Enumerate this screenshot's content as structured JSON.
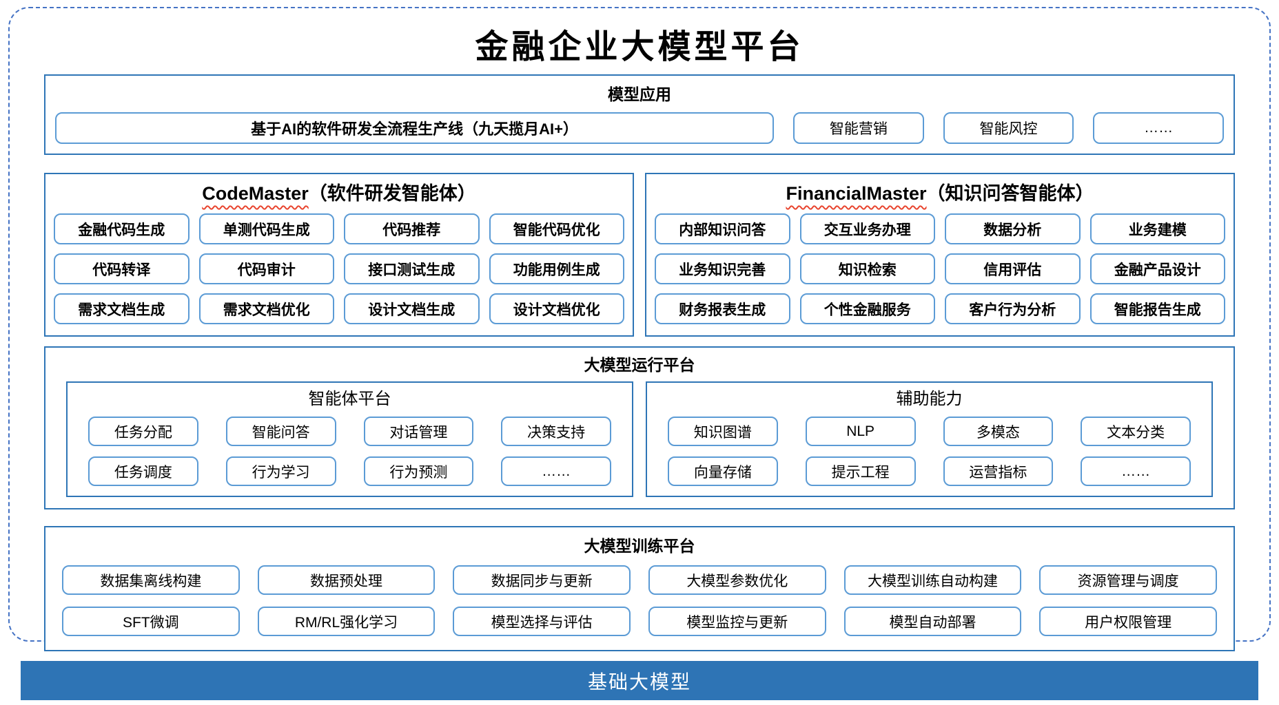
{
  "page": {
    "title": "金融企业大模型平台"
  },
  "colors": {
    "frame_dashed_border": "#4472C4",
    "section_border": "#2E75B6",
    "button_border": "#5B9BD5",
    "spellcheck_underline": "#E8442E",
    "foundation_bar_bg": "#2E74B5",
    "foundation_bar_text": "#FFFFFF"
  },
  "apps": {
    "title": "模型应用",
    "main_item": "基于AI的软件研发全流程生产线（九天揽月AI+）",
    "items": [
      "智能营销",
      "智能风控",
      "……"
    ]
  },
  "code_master": {
    "title_en": "CodeMaster",
    "title_zh": "（软件研发智能体）",
    "items": [
      "金融代码生成",
      "单测代码生成",
      "代码推荐",
      "智能代码优化",
      "代码转译",
      "代码审计",
      "接口测试生成",
      "功能用例生成",
      "需求文档生成",
      "需求文档优化",
      "设计文档生成",
      "设计文档优化"
    ]
  },
  "financial_master": {
    "title_en": "FinancialMaster",
    "title_zh": "（知识问答智能体）",
    "items": [
      "内部知识问答",
      "交互业务办理",
      "数据分析",
      "业务建模",
      "业务知识完善",
      "知识检索",
      "信用评估",
      "金融产品设计",
      "财务报表生成",
      "个性金融服务",
      "客户行为分析",
      "智能报告生成"
    ]
  },
  "runtime": {
    "title": "大模型运行平台",
    "agent_platform": {
      "title": "智能体平台",
      "items": [
        "任务分配",
        "智能问答",
        "对话管理",
        "决策支持",
        "任务调度",
        "行为学习",
        "行为预测",
        "……"
      ]
    },
    "aux_capability": {
      "title": "辅助能力",
      "items": [
        "知识图谱",
        "NLP",
        "多模态",
        "文本分类",
        "向量存储",
        "提示工程",
        "运营指标",
        "……"
      ]
    }
  },
  "training": {
    "title": "大模型训练平台",
    "items": [
      "数据集离线构建",
      "数据预处理",
      "数据同步与更新",
      "大模型参数优化",
      "大模型训练自动构建",
      "资源管理与调度",
      "SFT微调",
      "RM/RL强化学习",
      "模型选择与评估",
      "模型监控与更新",
      "模型自动部署",
      "用户权限管理"
    ]
  },
  "foundation": {
    "label": "基础大模型"
  }
}
